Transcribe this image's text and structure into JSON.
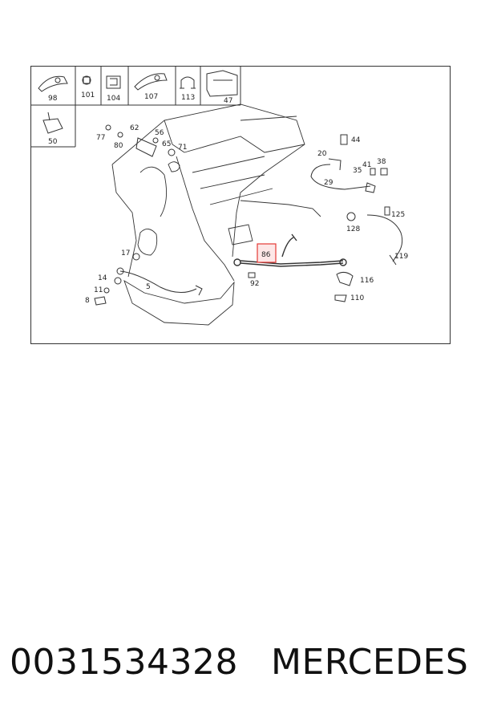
{
  "legend": [
    {
      "label": "98",
      "icon": "clamp-icon"
    },
    {
      "label": "101",
      "icon": "nut-icon"
    },
    {
      "label": "104",
      "icon": "clip-icon"
    },
    {
      "label": "107",
      "icon": "clamp-icon"
    },
    {
      "label": "113",
      "icon": "bracket-icon"
    },
    {
      "label": "47",
      "icon": "cover-icon"
    },
    {
      "label": "50",
      "icon": "clip-icon"
    }
  ],
  "callouts": {
    "c77": "77",
    "c80": "80",
    "c62": "62",
    "c56": "56",
    "c65": "65",
    "c71": "71",
    "c44": "44",
    "c20": "20",
    "c35": "35",
    "c41": "41",
    "c38": "38",
    "c29": "29",
    "c125": "125",
    "c128": "128",
    "c119": "119",
    "c116": "116",
    "c110": "110",
    "c17": "17",
    "c14": "14",
    "c11": "11",
    "c8": "8",
    "c5": "5",
    "c92": "92",
    "c86": "86"
  },
  "highlight": {
    "label": "86",
    "color": "#e53935"
  },
  "footer": {
    "part_number": "0031534328",
    "brand": "MERCEDES"
  }
}
